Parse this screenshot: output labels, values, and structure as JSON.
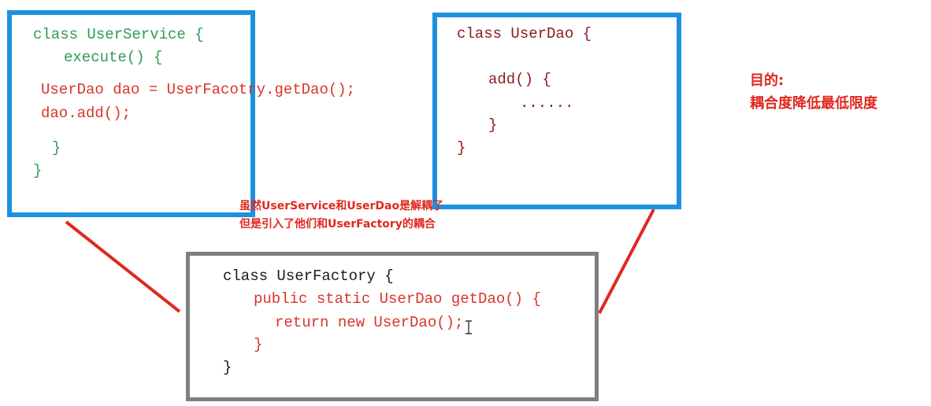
{
  "user_service": {
    "line1": "class UserService {",
    "line2": "execute() {",
    "line3": "UserDao dao = UserFacotry.getDao();",
    "line4": "dao.add();",
    "line5": "}",
    "line6": "}"
  },
  "user_dao": {
    "line1": "class UserDao {",
    "line2": "add() {",
    "line3": "......",
    "line4": "}",
    "line5": "}"
  },
  "user_factory": {
    "line1": "class UserFactory {",
    "line2": "public static UserDao getDao() {",
    "line3": "return new UserDao();",
    "line4": "}",
    "line5": "}"
  },
  "annotation": {
    "line1": "虽然UserService和UserDao是解耦了",
    "line2": "但是引入了他们和UserFactory的耦合"
  },
  "goal": {
    "line1": "目的:",
    "line2": "耦合度降低最低限度"
  },
  "colors": {
    "box_blue": "#1e90e0",
    "box_gray": "#7f7f7f",
    "connector_red": "#e0281f",
    "code_green": "#2e9a55",
    "code_red": "#d9342b",
    "code_dark_red": "#8a1c1c"
  },
  "icons": {
    "cursor": "text-cursor-icon"
  }
}
